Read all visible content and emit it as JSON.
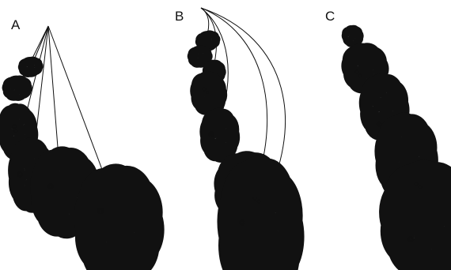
{
  "panels": {
    "a": {
      "label": "A"
    },
    "b": {
      "label": "B"
    },
    "c": {
      "label": "C"
    }
  },
  "colors": {
    "stroke": "#111111",
    "background": "#ffffff"
  }
}
